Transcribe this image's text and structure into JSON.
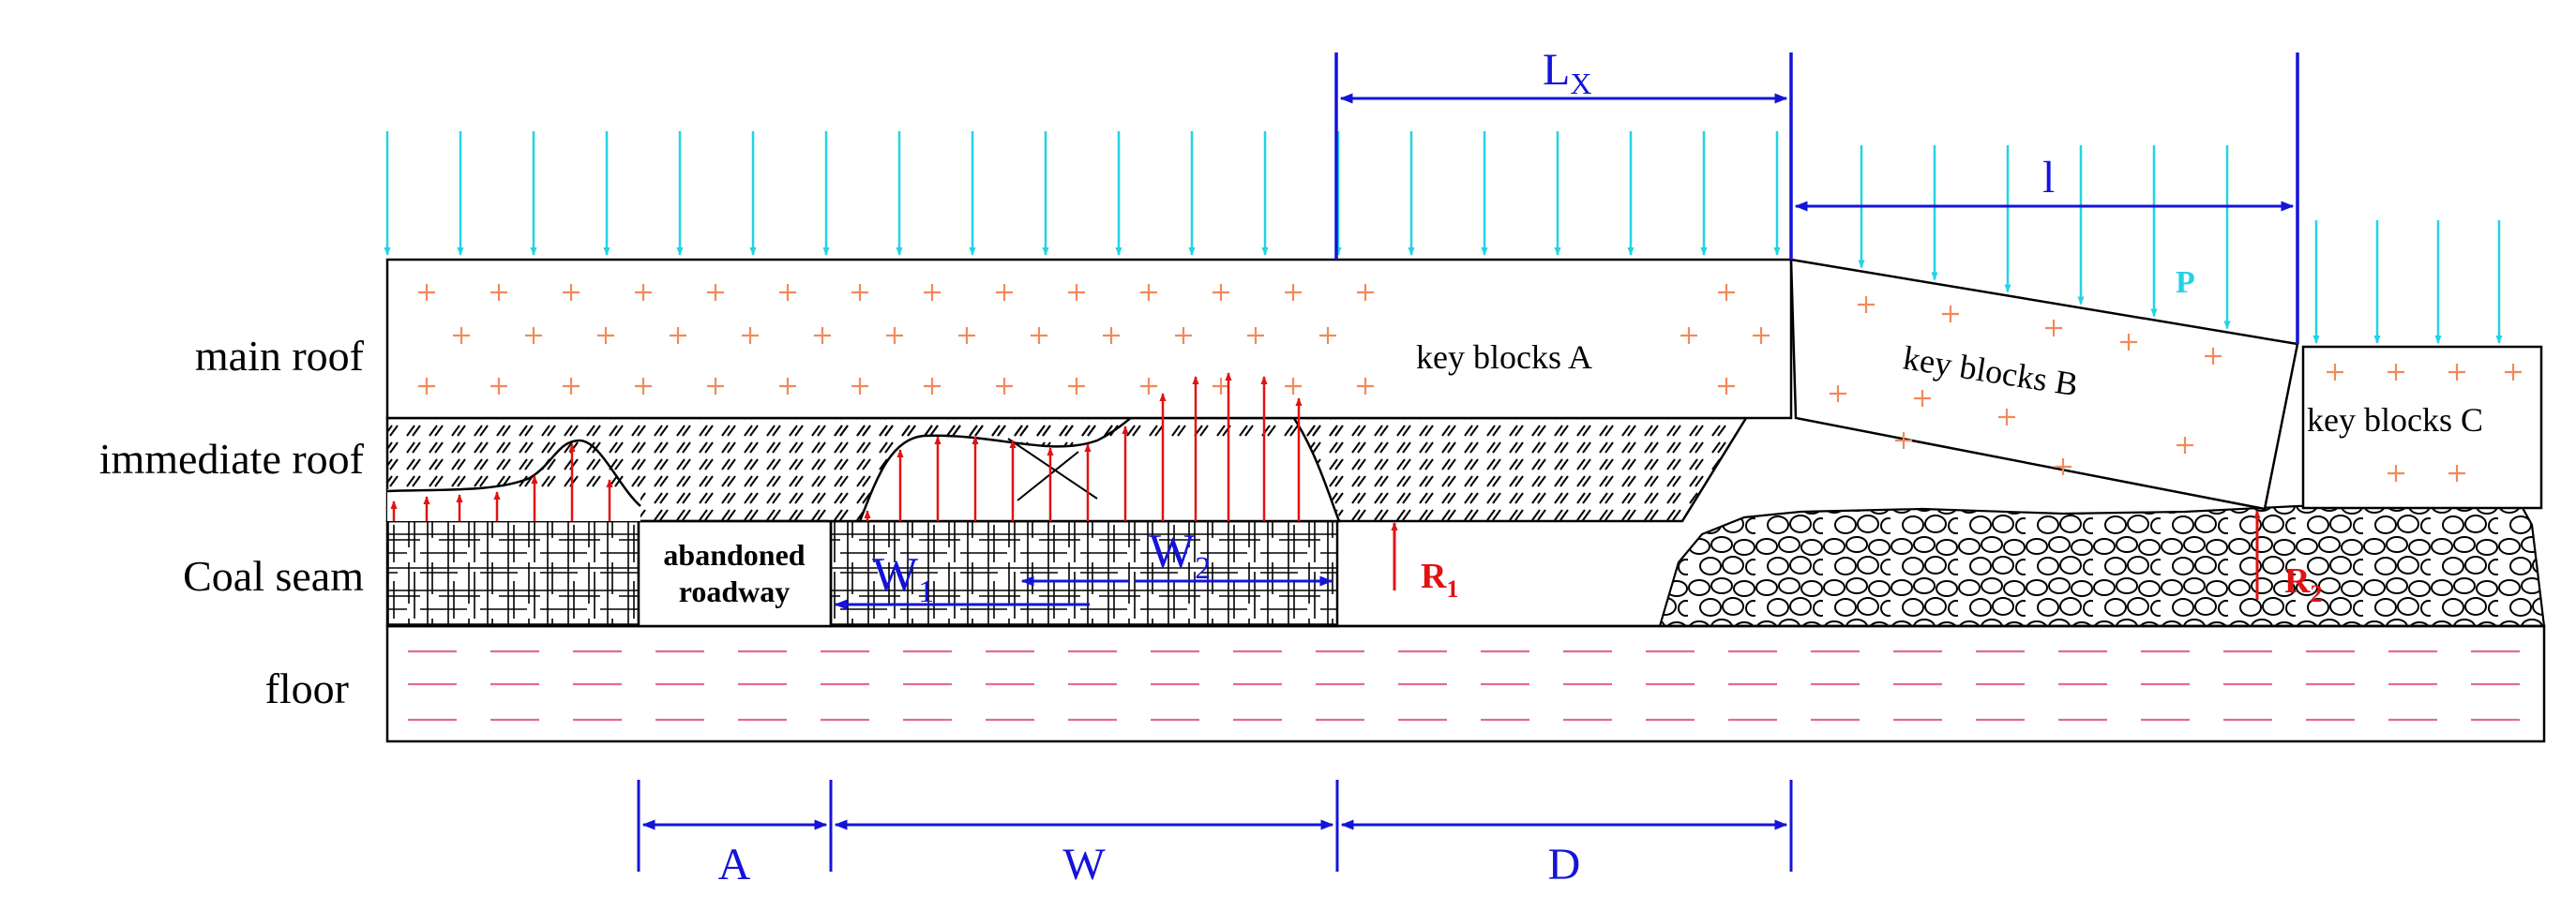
{
  "layers": {
    "main_roof": "main roof",
    "immediate_roof": "immediate roof",
    "coal_seam": "Coal seam",
    "floor": "floor"
  },
  "blocks": {
    "a": "key blocks A",
    "b": "key blocks B",
    "c": "key blocks C"
  },
  "roadway": {
    "line1": "abandoned",
    "line2": "roadway"
  },
  "forces": {
    "p": "P",
    "r1": "R",
    "r1_sub": "1",
    "r2": "R",
    "r2_sub": "2"
  },
  "widths": {
    "w1": "W",
    "w1_sub": "1",
    "w2": "W",
    "w2_sub": "2"
  },
  "dimensions": {
    "lx": "L",
    "lx_sub": "X",
    "l": "l",
    "a": "A",
    "w": "W",
    "d": "D"
  },
  "colors": {
    "load_arrow": "#22d3e6",
    "support_arrow": "#e11212",
    "dimension": "#1414d8",
    "cross": "#f08a5a",
    "floor_dash": "#e46a96",
    "outline": "#000000"
  }
}
